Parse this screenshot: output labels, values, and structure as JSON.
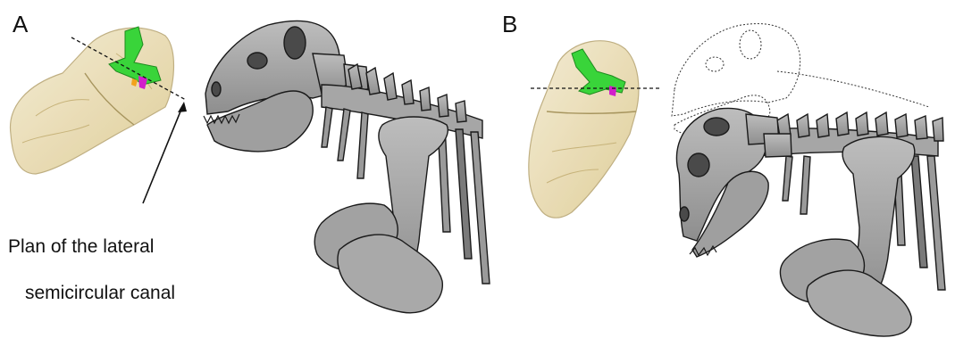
{
  "panels": {
    "a": {
      "label": "A"
    },
    "b": {
      "label": "B"
    }
  },
  "annotation": {
    "line1": "Plan of the lateral",
    "line2": "semicircular canal"
  },
  "colors": {
    "bone": "#a9a9a9",
    "bone_dark": "#6f6f6f",
    "outline": "#1a1a1a",
    "skull_scan": "#e9dcb0",
    "canal": "#39d43a",
    "canal_purple": "#d21ecb",
    "canal_orange": "#f2a21c"
  }
}
